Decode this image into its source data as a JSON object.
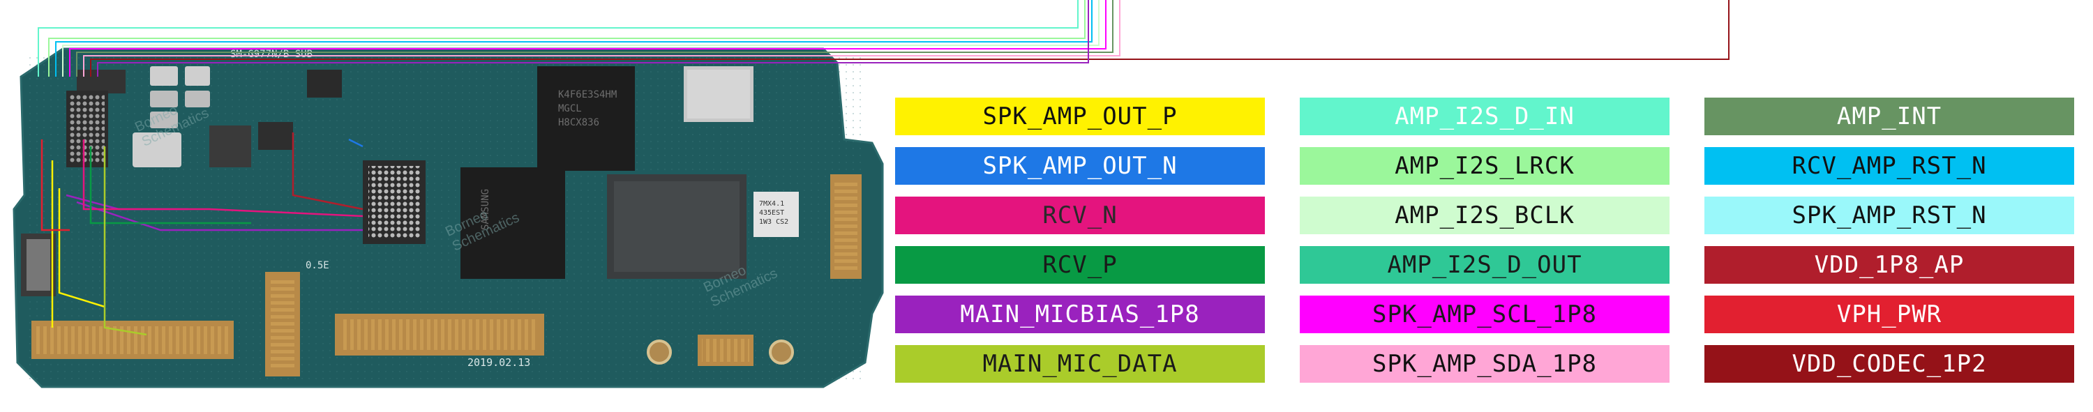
{
  "board": {
    "model_label": "SM-G977N/B_SUB",
    "date_label": "2019.02.13",
    "chip_labels": {
      "mem_top": "K4F6E3S4HM\nMGCL\nH8CX836",
      "mem_mid": "SAMSUNG",
      "small_ic": "7MX4.1\n435EST\n1W3 CS2",
      "marker": "0.5E"
    },
    "watermarks": [
      "Borneo\nSchematics",
      "Borneo\nSchematics",
      "Borneo\nSchematics"
    ]
  },
  "legend": {
    "columns": [
      [
        {
          "label": "SPK_AMP_OUT_P",
          "bg": "#FFF200",
          "fg": "#111111"
        },
        {
          "label": "SPK_AMP_OUT_N",
          "bg": "#1E78E6",
          "fg": "#FFFFFF"
        },
        {
          "label": "RCV_N",
          "bg": "#E4147E",
          "fg": "#2A2A2A"
        },
        {
          "label": "RCV_P",
          "bg": "#089A44",
          "fg": "#1A1A1A"
        },
        {
          "label": "MAIN_MICBIAS_1P8",
          "bg": "#9A22BE",
          "fg": "#FFFFFF"
        },
        {
          "label": "MAIN_MIC_DATA",
          "bg": "#AACC2A",
          "fg": "#1A1A1A"
        }
      ],
      [
        {
          "label": "AMP_I2S_D_IN",
          "bg": "#62F5CC",
          "fg": "#FFFFFF"
        },
        {
          "label": "AMP_I2S_LRCK",
          "bg": "#9BF79B",
          "fg": "#111111"
        },
        {
          "label": "AMP_I2S_BCLK",
          "bg": "#CFFCCF",
          "fg": "#111111"
        },
        {
          "label": "AMP_I2S_D_OUT",
          "bg": "#2FC896",
          "fg": "#1A1A1A"
        },
        {
          "label": "SPK_AMP_SCL_1P8",
          "bg": "#FF00FF",
          "fg": "#1A1A1A"
        },
        {
          "label": "SPK_AMP_SDA_1P8",
          "bg": "#FFA6D6",
          "fg": "#111111"
        }
      ],
      [
        {
          "label": "AMP_INT",
          "bg": "#679462",
          "fg": "#FFFFFF"
        },
        {
          "label": "RCV_AMP_RST_N",
          "bg": "#00C0F2",
          "fg": "#111111"
        },
        {
          "label": "SPK_AMP_RST_N",
          "bg": "#9AF8FA",
          "fg": "#111111"
        },
        {
          "label": "VDD_1P8_AP",
          "bg": "#B01E2C",
          "fg": "#FFFFFF"
        },
        {
          "label": "VPH_PWR",
          "bg": "#E22030",
          "fg": "#FFFFFF"
        },
        {
          "label": "VDD_CODEC_1P2",
          "bg": "#951218",
          "fg": "#FFFFFF"
        }
      ]
    ]
  }
}
